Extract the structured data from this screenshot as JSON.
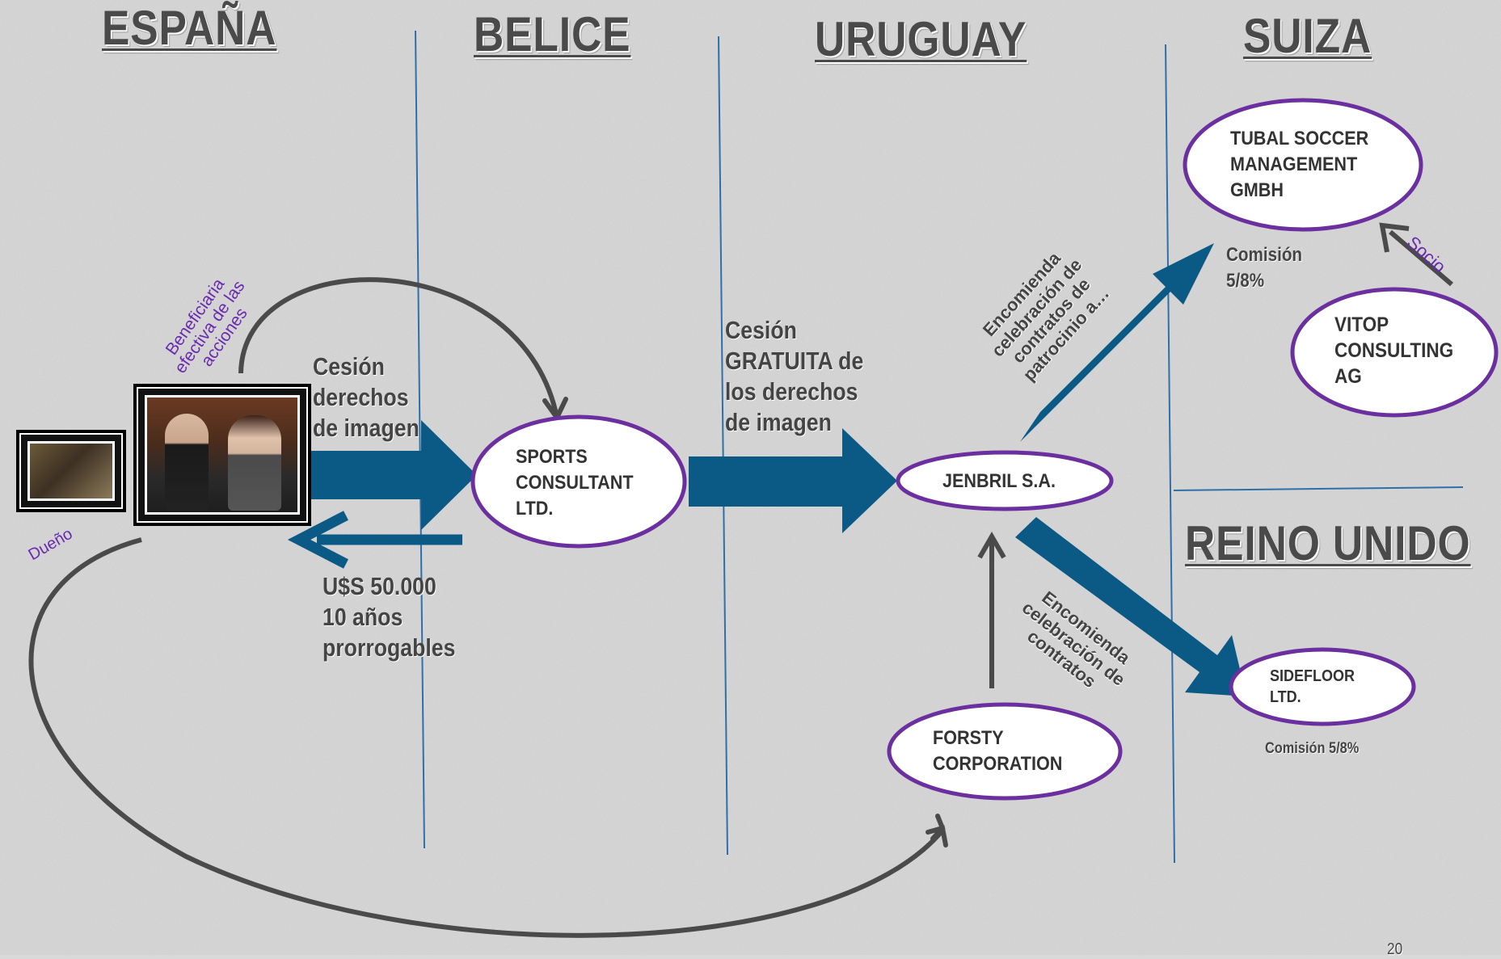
{
  "countries": {
    "espana": "ESPAÑA",
    "belice": "BELICE",
    "uruguay": "URUGUAY",
    "suiza": "SUIZA",
    "reino_unido": "REINO UNIDO"
  },
  "nodes": {
    "sports": "SPORTS\nCONSULTANT\nLTD.",
    "jenbril": "JENBRIL S.A.",
    "tubal": "TUBAL SOCCER\nMANAGEMENT\nGMBH",
    "vitop": "VITOP\nCONSULTING\nAG",
    "sidefloor": "SIDEFLOOR\nLTD.",
    "forsty": "FORSTY\nCORPORATION"
  },
  "labels": {
    "cesion_derechos": "Cesión\nderechos\nde imagen",
    "payment": "U$S 50.000\n10 años\nprorrogables",
    "cesion_gratuita": "Cesión\nGRATUITA de\nlos derechos\nde imagen",
    "beneficiaria": "Beneficiaria\nefectiva de las\nacciones",
    "dueno": "Dueño",
    "encomienda_patrocinio": "Encomienda\ncelebración de\ncontratos de\npatrocinio a…",
    "comision_tubal": "Comisión\n5/8%",
    "socio": "Socio",
    "encomienda_contratos": "Encomienda\ncelebración de\ncontratos",
    "comision_sidefloor": "Comisión 5/8%",
    "page_number": "20"
  },
  "colors": {
    "arrow_blue": "#0b5a85",
    "ellipse_border": "#6b2fa0",
    "curve_gray": "#4a4a4a",
    "divider_blue": "#2f6fa8"
  }
}
